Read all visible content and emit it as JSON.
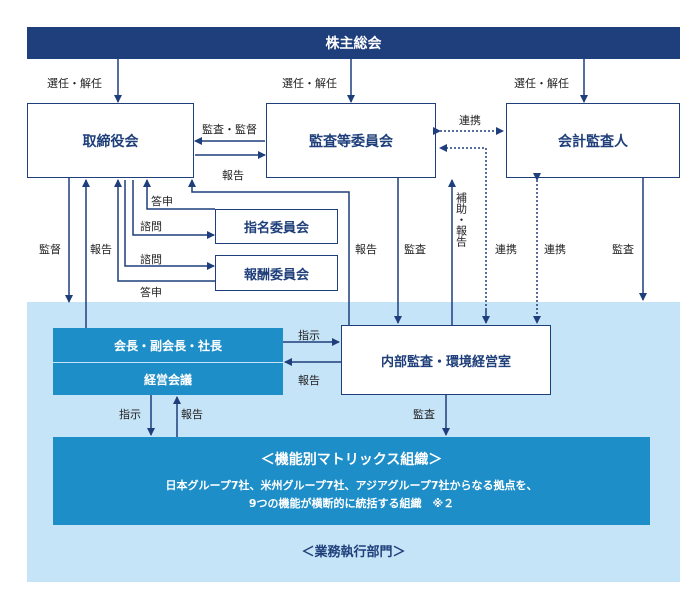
{
  "header": {
    "title": "株主総会"
  },
  "nodes": {
    "board": "取締役会",
    "audit_committee": "監査等委員会",
    "accountant": "会計監査人",
    "nomination": "指名委員会",
    "remuneration": "報酬委員会",
    "internal_audit": "内部監査・環境経営室",
    "president": "会長・副会長・社長",
    "management_meeting": "経営会議"
  },
  "matrix": {
    "title": "＜機能別マトリックス組織＞",
    "line1": "日本グループ7社、米州グループ7社、アジアグループ7社からなる拠点を、",
    "line2": "9つの機能が横断的に統括する組織　※２"
  },
  "division_label": "＜業務執行部門＞",
  "edge_labels": {
    "elect1": "選任・解任",
    "elect2": "選任・解任",
    "elect3": "選任・解任",
    "audit_supervise": "監査・監督",
    "report_board": "報告",
    "collab_top": "連携",
    "toushin1": "答申",
    "shimon1": "諮問",
    "shimon2": "諮問",
    "toushin2": "答申",
    "supervise": "監督",
    "report_left": "報告",
    "report_mid": "報告",
    "audit_mid": "監査",
    "assist_report": "補助・報告",
    "collab_left": "連携",
    "collab_right": "連携",
    "audit_right": "監査",
    "instruct": "指示",
    "report_ia": "報告",
    "instruct_down": "指示",
    "report_up": "報告",
    "audit_matrix": "監査"
  },
  "colors": {
    "navy": "#1e3e7c",
    "zone": "#c6e4f8",
    "blue_box": "#1e8ec8"
  }
}
